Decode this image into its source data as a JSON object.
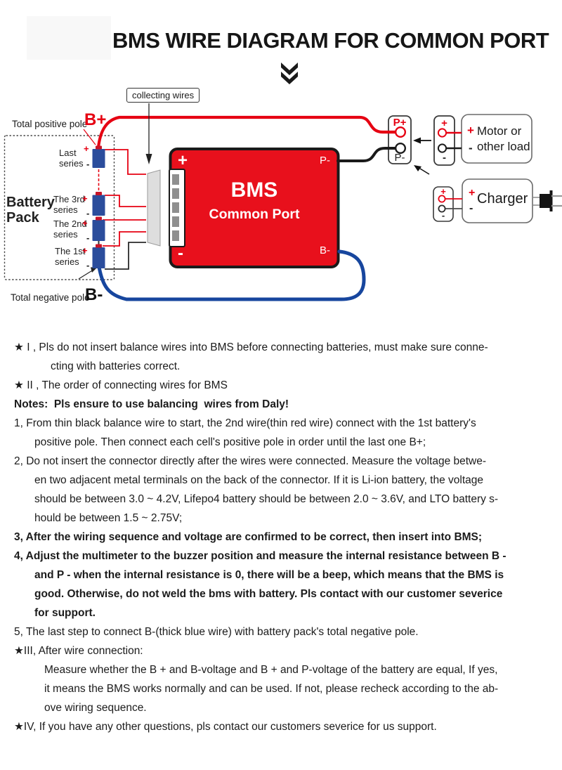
{
  "title": "BMS WIRE DIAGRAM FOR COMMON PORT",
  "diagram": {
    "collecting_wires": "collecting wires",
    "total_positive": "Total positive pole",
    "b_plus": "B+",
    "total_negative": "Total negative pole",
    "b_minus": "B-",
    "battery_pack_line1": "Battery",
    "battery_pack_line2": "Pack",
    "plus": "+",
    "minus": "-",
    "cells": [
      {
        "line1": "Last",
        "line2": "series"
      },
      {
        "line1": "The 3rd",
        "line2": "series"
      },
      {
        "line1": "The 2nd",
        "line2": "series"
      },
      {
        "line1": "The 1st",
        "line2": "series"
      }
    ],
    "bms": {
      "name": "BMS",
      "subtitle": "Common Port",
      "p_minus": "P-",
      "b_minus": "B-",
      "plus": "+",
      "minus": "-"
    },
    "out_connector": {
      "p_plus": "P+",
      "p_minus": "P-"
    },
    "motor_connector": {
      "plus": "+",
      "minus": "-"
    },
    "motor": {
      "line1": "Motor or",
      "line2": "other load",
      "plus": "+",
      "minus": "-"
    },
    "charger_connector": {
      "plus": "+",
      "minus": "-"
    },
    "charger": {
      "label": "Charger",
      "plus": "+",
      "minus": "-"
    },
    "colors": {
      "bms_red": "#e8101c",
      "wire_red": "#e60012",
      "cell_blue": "#2b4d9c",
      "wire_blue": "#17469e",
      "connector_gray": "#dedede"
    }
  },
  "notes": {
    "lines": [
      {
        "text": "★ I , Pls do not insert balance wires into BMS before connecting batteries, must make sure conne-",
        "indent": "i0",
        "bold": false
      },
      {
        "text": "cting with batteries correct.",
        "indent": "istar",
        "bold": false
      },
      {
        "text": "★ II , The order of connecting wires for BMS",
        "indent": "i0",
        "bold": false
      },
      {
        "text": "Notes:  Pls ensure to use balancing  wires from Daly!",
        "indent": "i0",
        "bold": true
      },
      {
        "text": "1, From thin black balance wire to start, the 2nd wire(thin red wire) connect with the 1st battery's",
        "indent": "i0",
        "bold": false
      },
      {
        "text": "positive pole. Then connect each cell's positive pole in order until the last one B+;",
        "indent": "inum",
        "bold": false
      },
      {
        "text": "2, Do not insert the connector directly after the wires were connected. Measure the voltage betwe-",
        "indent": "i0",
        "bold": false
      },
      {
        "text": "en two adjacent metal terminals on the back of the connector. If it is Li-ion battery, the voltage",
        "indent": "inum",
        "bold": false
      },
      {
        "text": "should be between 3.0 ~ 4.2V, Lifepo4 battery should be between 2.0 ~ 3.6V, and LTO battery s-",
        "indent": "inum",
        "bold": false
      },
      {
        "text": "hould be between 1.5 ~ 2.75V;",
        "indent": "inum",
        "bold": false
      },
      {
        "text": "3, After the wiring sequence and voltage are confirmed to be correct, then insert into BMS;",
        "indent": "i0",
        "bold": true
      },
      {
        "text": "4, Adjust the multimeter to the buzzer position and measure the internal resistance between B -",
        "indent": "i0",
        "bold": true
      },
      {
        "text": "and P - when the internal resistance is 0, there will be a beep, which means that the BMS is",
        "indent": "inum",
        "bold": true
      },
      {
        "text": "good. Otherwise, do not weld the bms with battery. Pls contact with our customer severice",
        "indent": "inum",
        "bold": true
      },
      {
        "text": "for support.",
        "indent": "inum",
        "bold": true
      },
      {
        "text": "5, The last step to connect B-(thick blue wire) with battery pack's total negative pole.",
        "indent": "i0",
        "bold": false
      },
      {
        "text": "★III, After wire connection:",
        "indent": "i0",
        "bold": false
      },
      {
        "text": "Measure whether the B + and B-voltage and B + and P-voltage of the battery are equal, If yes,",
        "indent": "imeas",
        "bold": false
      },
      {
        "text": "it means the BMS works normally and can be used. If not, please recheck according to the ab-",
        "indent": "imeas",
        "bold": false
      },
      {
        "text": "ove wiring sequence.",
        "indent": "imeas",
        "bold": false
      },
      {
        "text": "★IV, If you have any other questions, pls contact our customers severice for us support.",
        "indent": "i0",
        "bold": false
      }
    ]
  }
}
